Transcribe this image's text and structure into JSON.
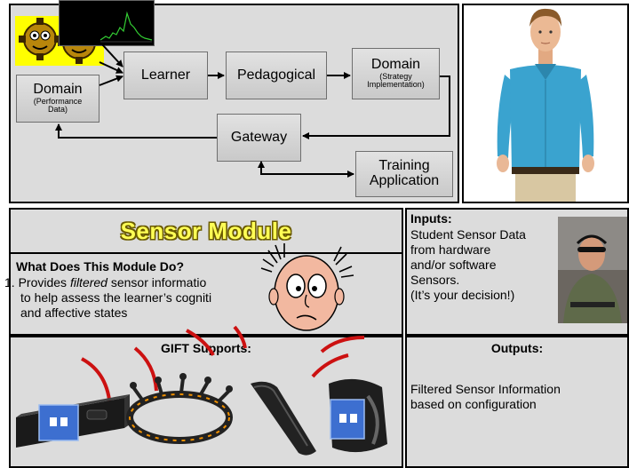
{
  "flow": {
    "learner": "Learner",
    "pedagogical": "Pedagogical",
    "domain_strategy": {
      "title": "Domain",
      "sub": "(Strategy Implementation)"
    },
    "domain_performance": {
      "title": "Domain",
      "sub": "(Performance Data)"
    },
    "gateway": "Gateway",
    "training_app": {
      "line1": "Training",
      "line2": "Application"
    }
  },
  "sensor": {
    "title": "Sensor Module",
    "question": "What Does This Module Do?",
    "item_number": "1.",
    "item_prefix": "Provides ",
    "item_emphasis": "filtered",
    "item_line1_rest": " sensor informatio",
    "item_line2": "to help assess the learner’s cogniti",
    "item_line3": "and affective states"
  },
  "inputs": {
    "title": "Inputs:",
    "lines": [
      "Student Sensor Data",
      "from hardware",
      "and/or software",
      "Sensors.",
      "(It’s your decision!)"
    ]
  },
  "gift": {
    "title": "GIFT Supports:"
  },
  "outputs": {
    "title": "Outputs:",
    "line1": "Filtered Sensor Information",
    "line2": "based on configuration"
  },
  "colors": {
    "panel_fill": "#dcdcdc",
    "box_fill": "#d4d4d4",
    "title_yellow": "#ffff55",
    "shirt_blue": "#3aa3cf",
    "signal_red": "#cc1111",
    "sensor_blue": "#3d6fd0"
  },
  "icons": [
    "gears-icon",
    "waveform-icon",
    "avatar-illustration",
    "confused-face-icon",
    "student-photo",
    "kinect-sensor-icon",
    "eeg-headset-icon",
    "chest-strap-icon",
    "wrist-sensor-icon"
  ]
}
